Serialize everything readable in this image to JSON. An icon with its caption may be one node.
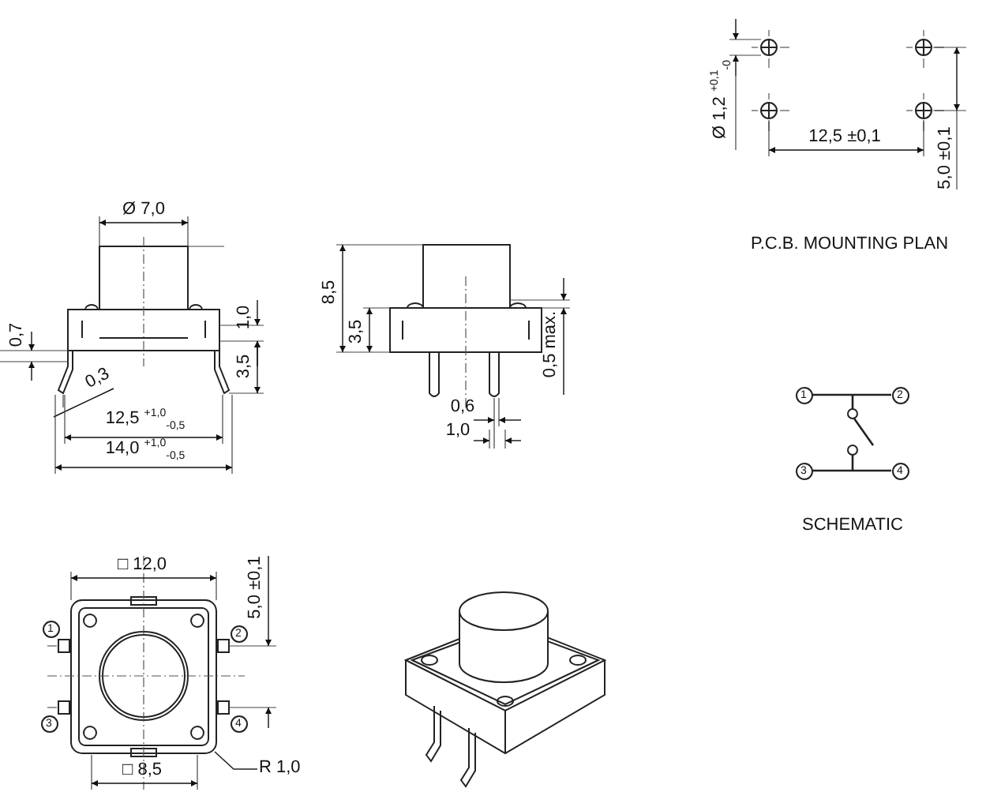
{
  "diagram": {
    "nodes": [
      {
        "text": [
          "1"
        ]
      },
      {
        "text": [
          "2"
        ]
      },
      {
        "text": [
          "3"
        ]
      },
      {
        "text": [
          "4"
        ]
      },
      {
        "text": [
          "1"
        ]
      },
      {
        "text": [
          "2"
        ]
      },
      {
        "text": [
          "3"
        ]
      },
      {
        "text": [
          "4"
        ]
      },
      {
        "text": [
          "R 1,0"
        ]
      }
    ],
    "edges": [
      {
        "from": 0,
        "to": 1,
        "arrow": "none"
      },
      {
        "from": 2,
        "to": 3,
        "arrow": "none"
      },
      {
        "from": 8,
        "to": null,
        "arrow": "none"
      }
    ],
    "labels": [
      "Ø 7,0",
      "0,7",
      "1,0",
      "3,5",
      "0,3",
      "12,5 $^{+1,0}$$_{-0,5}$",
      "14,0 $^{+1,0}$$_{-0,5}$",
      "8,5",
      "3,5",
      "0,5 max.",
      "0,6",
      "1,0",
      "Ø 1,2 $^{+0,1}$$_{-0}$",
      "12,5 ±0,1",
      "5,0 ±0,1",
      "P.C.B. MOUNTING PLAN",
      "SCHEMATIC",
      "□ 12,0",
      "5,0 ±0,1",
      "□ 8,5"
    ]
  }
}
